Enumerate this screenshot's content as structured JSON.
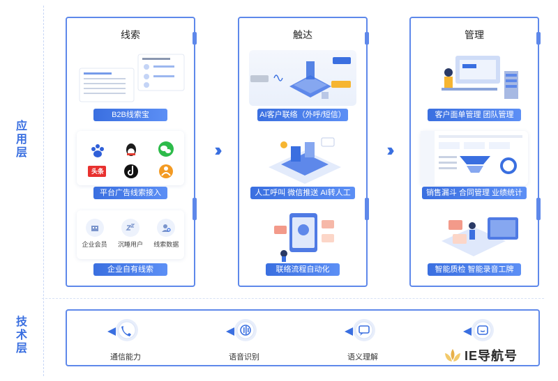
{
  "layers": {
    "app": "应用层",
    "tech": "技术层"
  },
  "columns": [
    {
      "title": "线索",
      "pills": [
        "B2B线索宝",
        "平台广告线索接入",
        "企业自有线索"
      ],
      "platforms": [
        "头条"
      ],
      "lead_icons": [
        "企业会员",
        "沉睡用户",
        "线索数据"
      ]
    },
    {
      "title": "触达",
      "pills": [
        "AI客户联络（外呼/短信）",
        "人工呼叫 微信推送 AI转人工",
        "联络流程自动化"
      ]
    },
    {
      "title": "管理",
      "pills": [
        "客户面单管理 团队管理",
        "销售漏斗 合同管理 业绩统计",
        "智能质检 智能录音工牌"
      ]
    }
  ],
  "tech": [
    {
      "label": "通信能力",
      "icon": "phone-icon"
    },
    {
      "label": "语音识别",
      "icon": "voice-wave-icon"
    },
    {
      "label": "语义理解",
      "icon": "chat-bubble-icon"
    },
    {
      "label": "",
      "icon": "robot-face-icon"
    }
  ],
  "watermark": "IE导航号",
  "colors": {
    "accent": "#3a6fe0",
    "border": "#5e88ea"
  }
}
